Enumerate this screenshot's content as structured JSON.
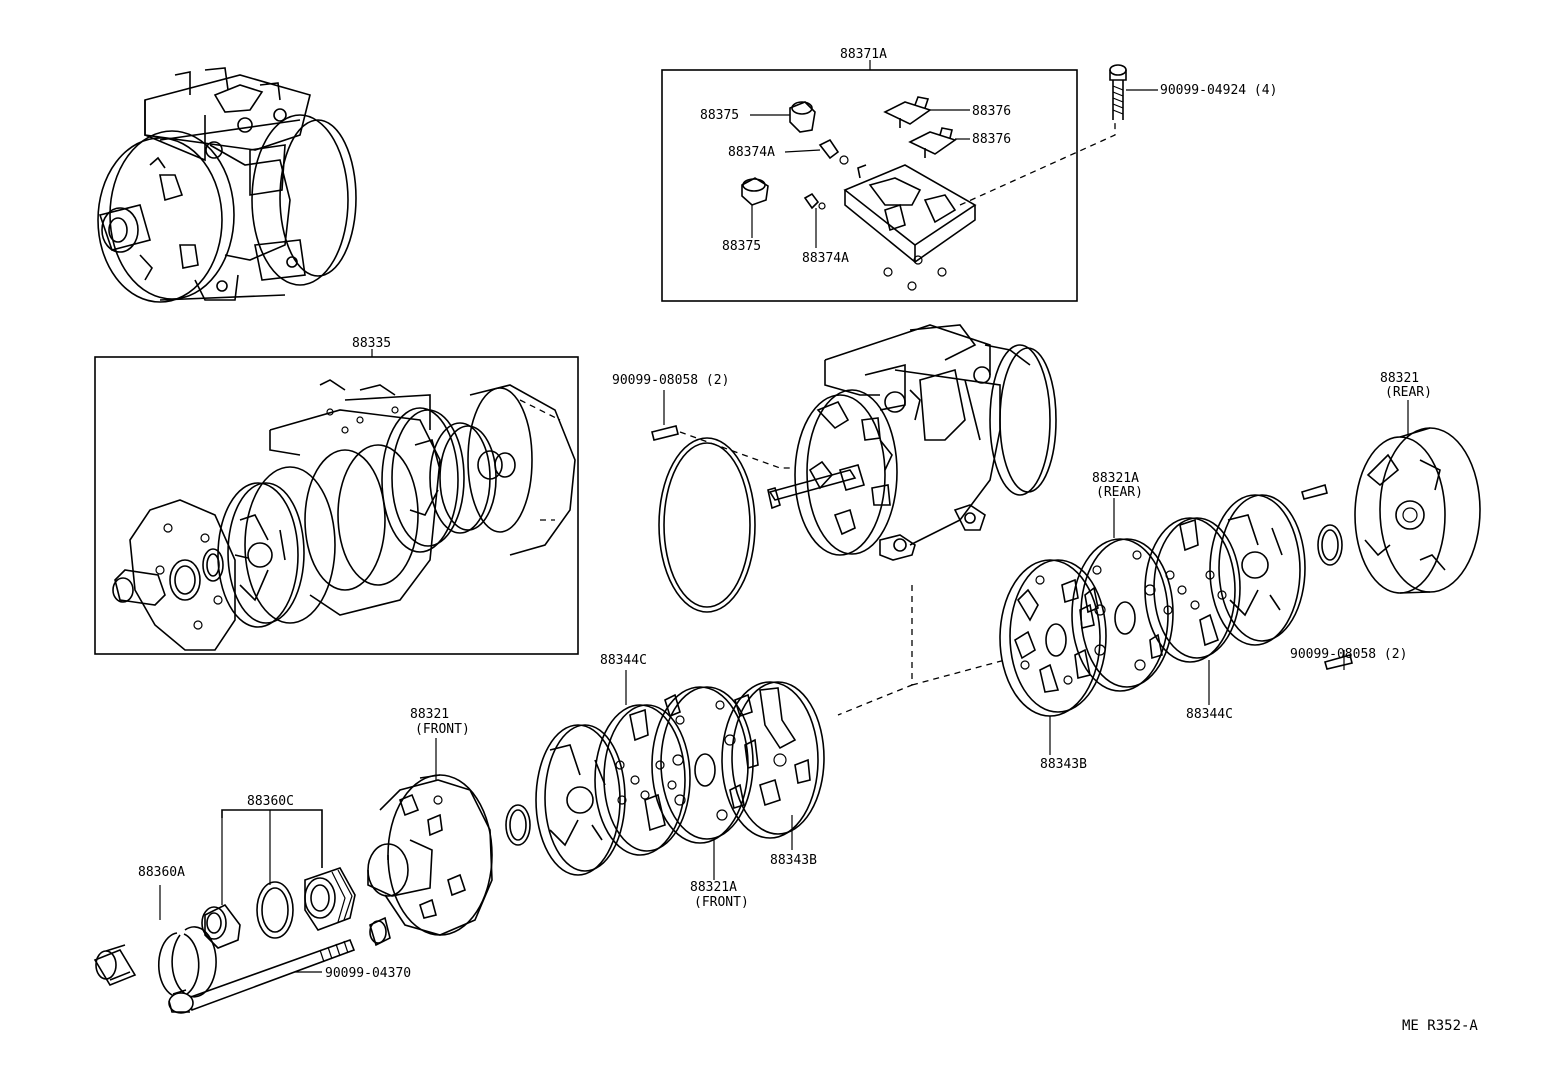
{
  "diagram": {
    "reference": "ME R352-A",
    "labels": {
      "p88371A": "88371A",
      "p90099_04924": "90099-04924 (4)",
      "p88375_top": "88375",
      "p88376_top": "88376",
      "p88376_mid": "88376",
      "p88374A_top": "88374A",
      "p88375_bot": "88375",
      "p88374A_bot": "88374A",
      "p88335": "88335",
      "p90099_08058_top": "90099-08058 (2)",
      "p88321_rear": "88321",
      "p88321_rear_sub": "(REAR)",
      "p88321A_rear": "88321A",
      "p88321A_rear_sub": "(REAR)",
      "p90099_08058_right": "90099-08058 (2)",
      "p88344C_right": "88344C",
      "p88343B_right": "88343B",
      "p88344C_mid": "88344C",
      "p88321_front": "88321",
      "p88321_front_sub": "(FRONT)",
      "p88360C": "88360C",
      "p88360A": "88360A",
      "p88321A_front": "88321A",
      "p88321A_front_sub": "(FRONT)",
      "p88343B_mid": "88343B",
      "p90099_04370": "90099-04370"
    }
  }
}
